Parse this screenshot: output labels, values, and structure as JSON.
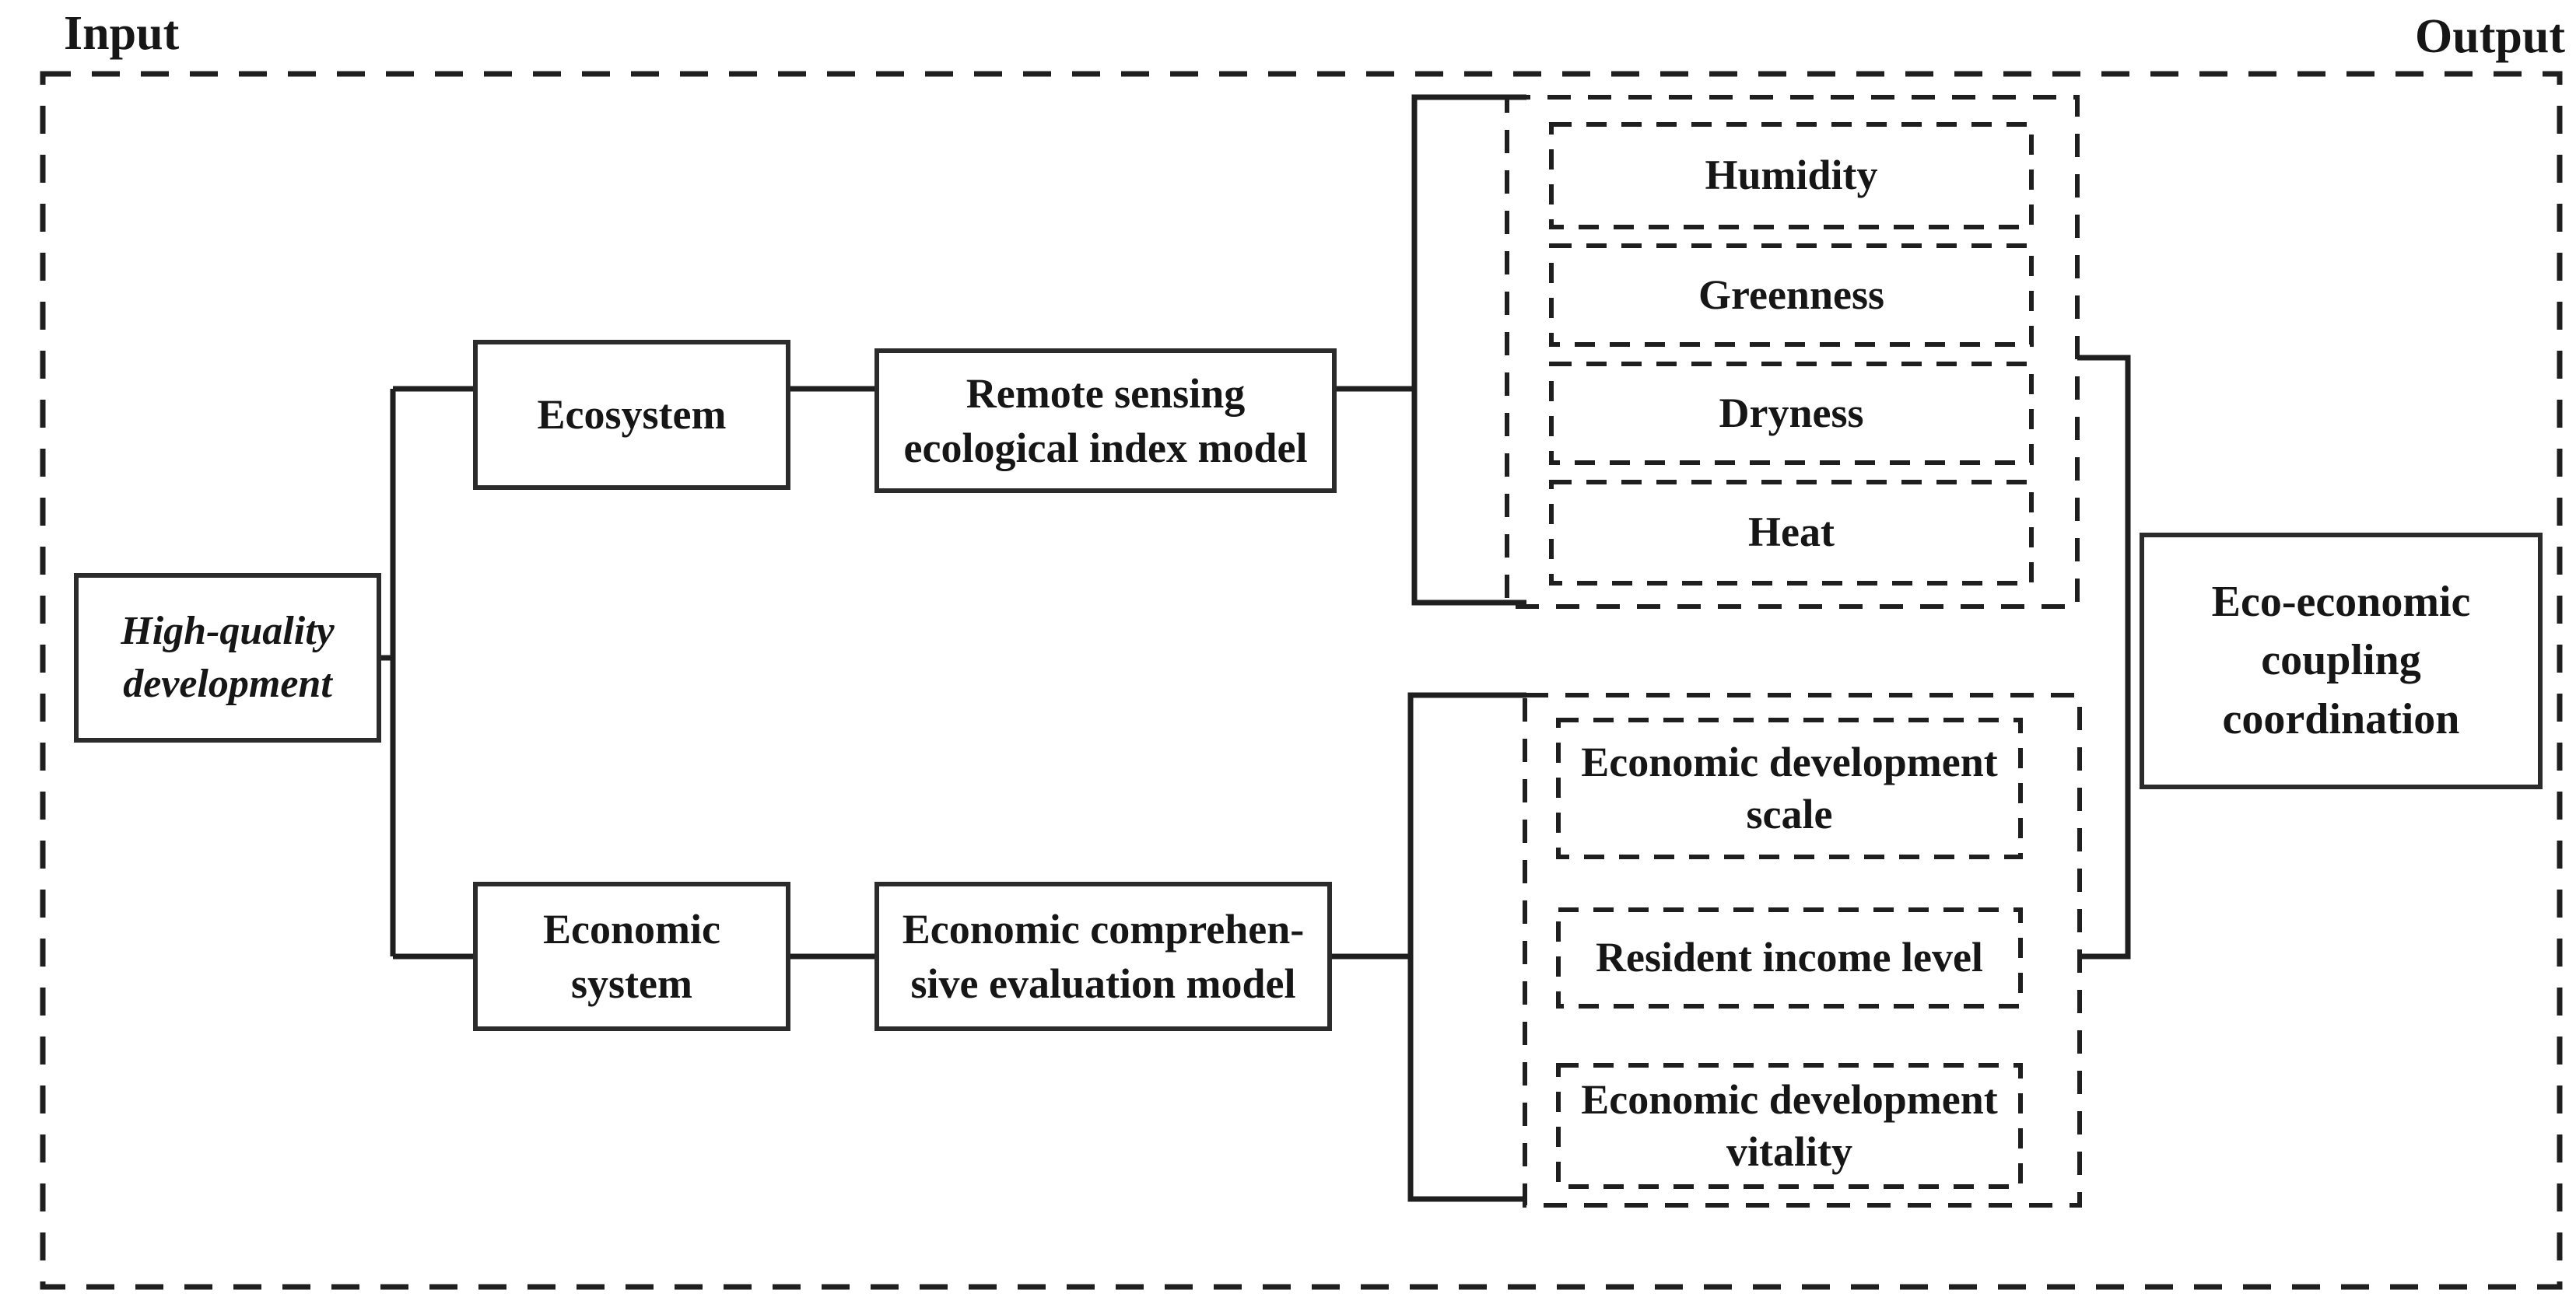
{
  "diagram": {
    "input_label": "Input",
    "output_label": "Output",
    "root_node": "High-quality\ndevelopment",
    "ecological_branch": {
      "system_node": "Ecosystem",
      "model_node": "Remote sensing\necological index model",
      "indicators": [
        "Humidity",
        "Greenness",
        "Dryness",
        "Heat"
      ]
    },
    "economic_branch": {
      "system_node": "Economic\nsystem",
      "model_node": "Economic comprehen-\nsive evaluation model",
      "indicators": [
        "Economic development\nscale",
        "Resident income level",
        "Economic development\nvitality"
      ]
    },
    "output_node": "Eco-economic\ncoupling\ncoordination"
  },
  "colors": {
    "line": "#1f1f1f",
    "box_border": "#2b2b2b",
    "text": "#161616",
    "background": "#ffffff"
  }
}
